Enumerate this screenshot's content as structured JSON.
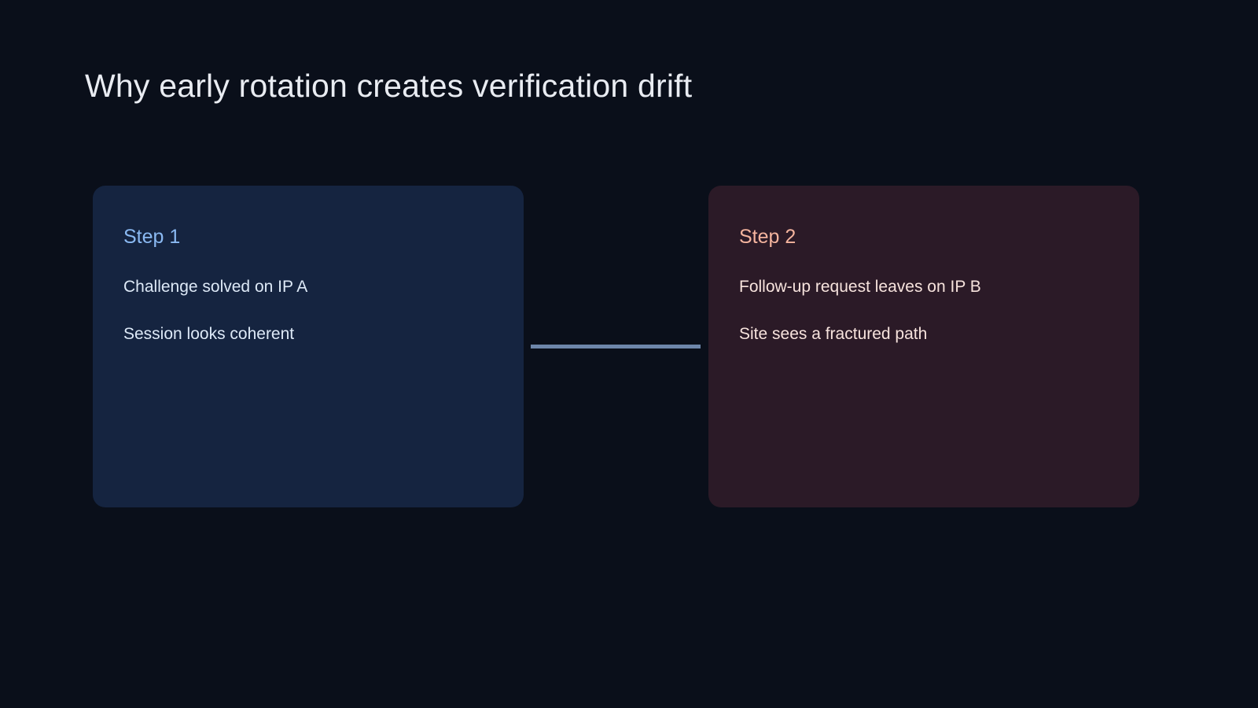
{
  "page": {
    "title": "Why early rotation creates verification drift"
  },
  "diagram": {
    "steps": [
      {
        "label": "Step 1",
        "lines": [
          "Challenge solved on IP A",
          "Session looks coherent"
        ]
      },
      {
        "label": "Step 2",
        "lines": [
          "Follow-up request leaves on IP B",
          "Site sees a fractured path"
        ]
      }
    ],
    "colors": {
      "background": "#0a0f1a",
      "title_text": "#e9ecf2",
      "card1_bg": "#152440",
      "card1_accent": "#8ab9f2",
      "card1_text": "#dde9f7",
      "card2_bg": "#2b1a27",
      "card2_accent": "#f4b49e",
      "card2_text": "#f7e3dd",
      "connector": "#6d86aa"
    }
  }
}
